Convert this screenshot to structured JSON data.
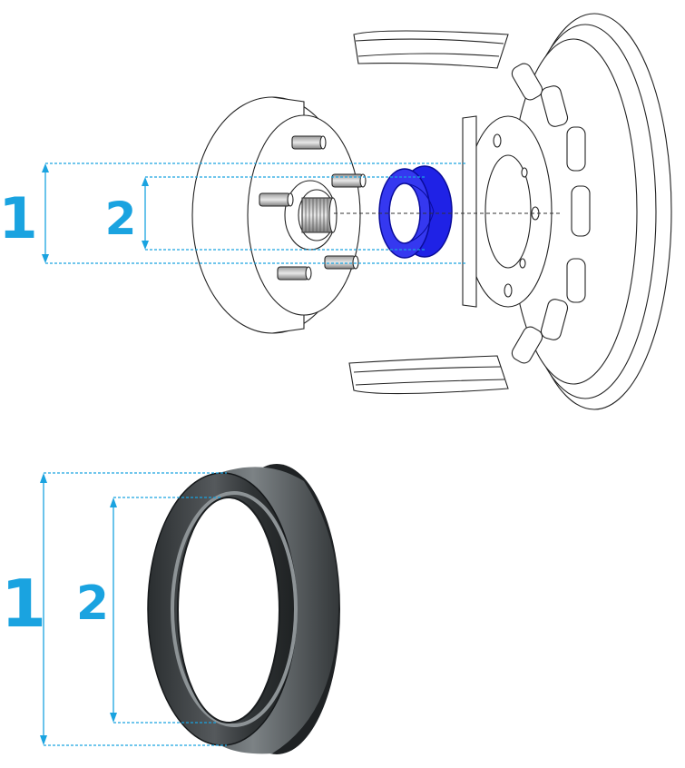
{
  "labels": {
    "top_outer": "1",
    "top_inner": "2",
    "bottom_outer": "1",
    "bottom_inner": "2"
  },
  "colors": {
    "dimension": "#1aa3e0",
    "ring_highlight": "#1f22e6",
    "line_art": "#222222",
    "ring_dark": "#2e3234",
    "ring_light": "#6b7174"
  }
}
